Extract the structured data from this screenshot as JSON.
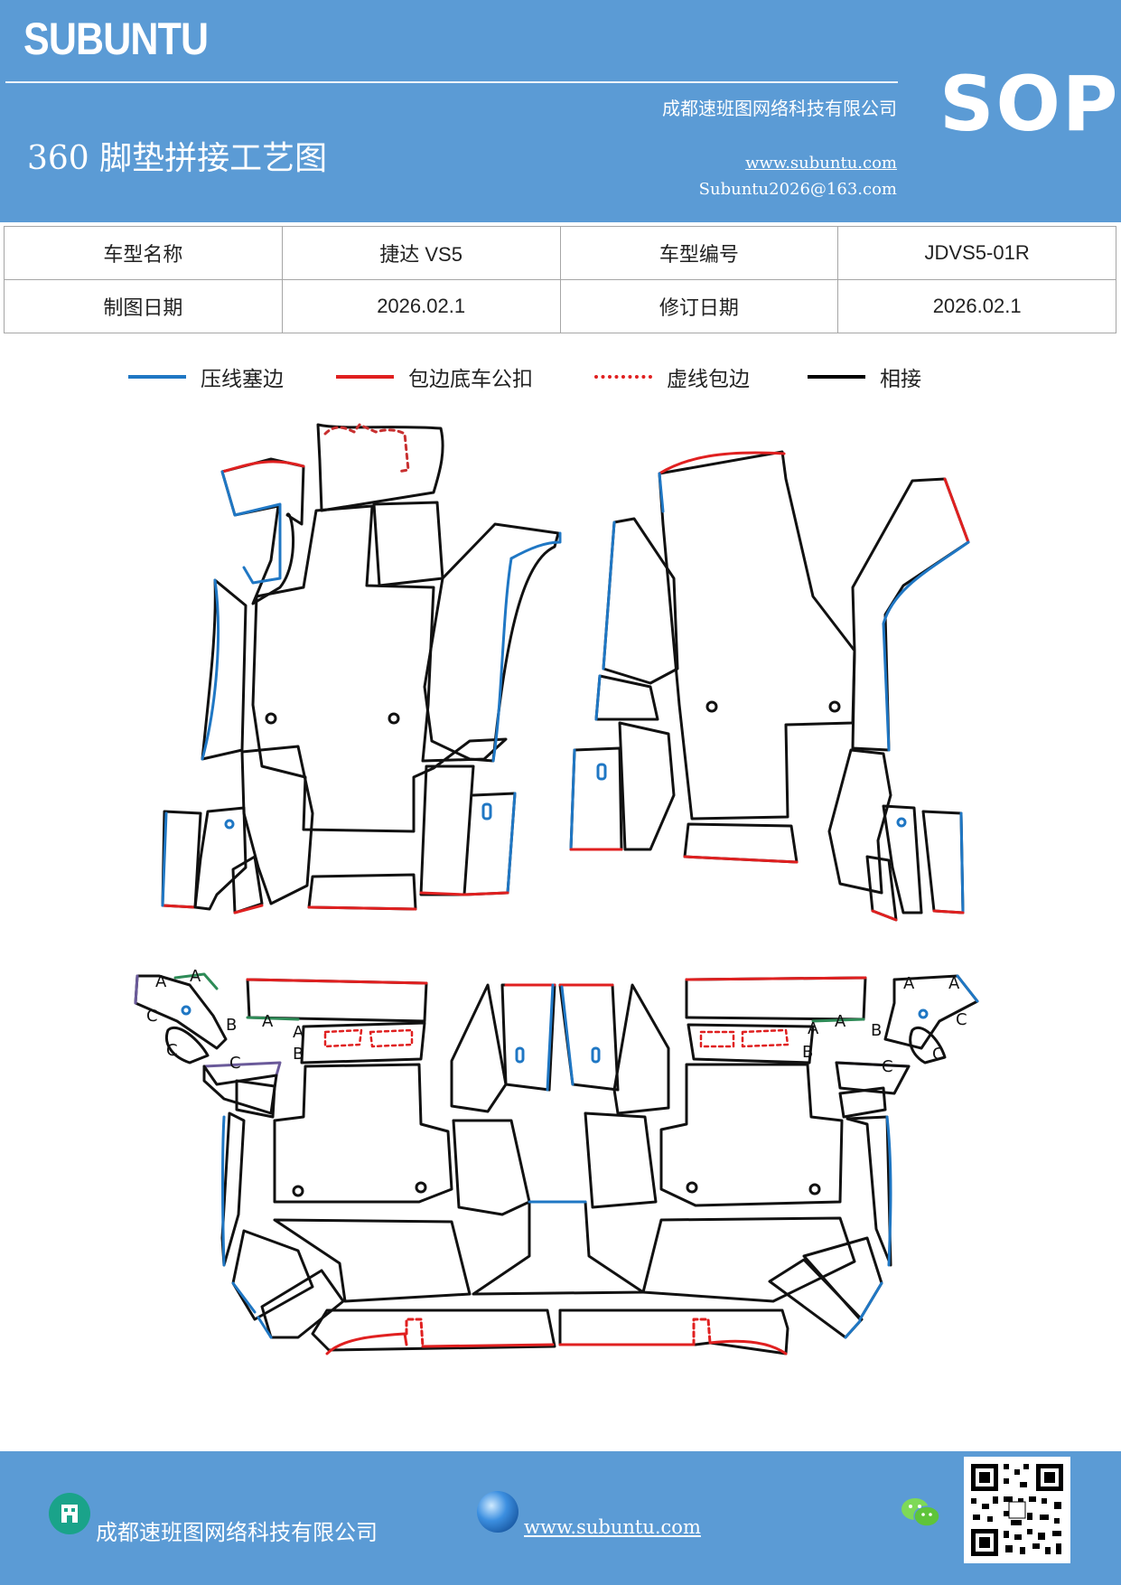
{
  "header": {
    "brand": "SUBUNTU",
    "company": "成都速班图网络科技有限公司",
    "sop": "SOP",
    "title": "360 脚垫拼接工艺图",
    "url": "www.subuntu.com",
    "email": "Subuntu2026@163.com"
  },
  "info": {
    "model_name_label": "车型名称",
    "model_name_value": "捷达 VS5",
    "model_code_label": "车型编号",
    "model_code_value": "JDVS5-01R",
    "draw_date_label": "制图日期",
    "draw_date_value": "2026.02.1",
    "revise_date_label": "修订日期",
    "revise_date_value": "2026.02.1"
  },
  "legend": [
    {
      "label": "压线塞边",
      "color": "#1f77c4",
      "style": "solid"
    },
    {
      "label": "包边底车公扣",
      "color": "#e02020",
      "style": "solid"
    },
    {
      "label": "虚线包边",
      "color": "#e02020",
      "style": "dotted"
    },
    {
      "label": "相接",
      "color": "#000000",
      "style": "solid"
    }
  ],
  "diagram": {
    "markers": {
      "a": "A",
      "b": "B",
      "c": "C"
    },
    "colors": {
      "outline": "#111111",
      "blue": "#1f77c4",
      "red": "#e02020",
      "green": "#2e8b57",
      "purple": "#6a5a9a",
      "orange": "#e08a2a"
    }
  },
  "footer": {
    "company": "成都速班图网络科技有限公司",
    "url": "www.subuntu.com",
    "icons": [
      "building-icon",
      "globe-icon",
      "wechat-icon",
      "qr-code"
    ]
  },
  "colors": {
    "header_bg": "#5b9bd5",
    "footer_bg": "#5b9bd5"
  }
}
